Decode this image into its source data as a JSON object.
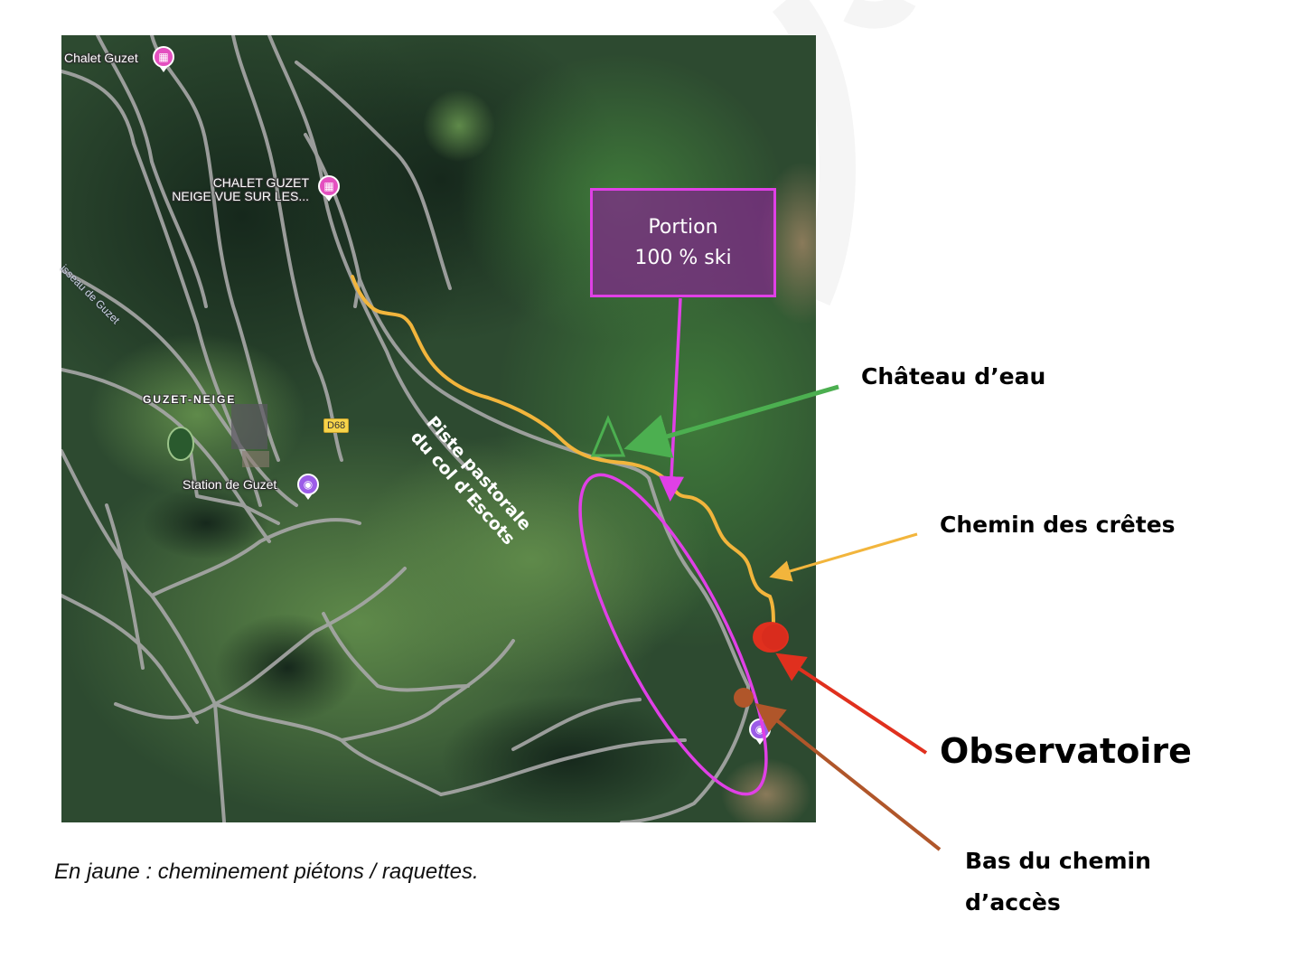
{
  "map": {
    "type": "satellite",
    "poi_labels": {
      "chalet_guzet": "Chalet Guzet",
      "chalet_guzet_neige_line1": "CHALET GUZET",
      "chalet_guzet_neige_line2": "NEIGE VUE SUR LES...",
      "guzet_neige": "GUZET-NEIGE",
      "station_de_guzet": "Station de Guzet",
      "ruisseau": "isseau de Guzet",
      "road_d68": "D68"
    },
    "icons": {
      "hotel": "hotel-bed-icon",
      "photo": "camera-photo-icon"
    },
    "piste_label_line1": "Piste pastorale",
    "piste_label_line2": "du col d’Escots"
  },
  "ski_box": {
    "line1": "Portion",
    "line2": "100 % ski"
  },
  "callouts": {
    "chateau": "Château d’eau",
    "cretes": "Chemin des crêtes",
    "observatoire": "Observatoire",
    "bas_line1": "Bas du chemin",
    "bas_line2": "d’accès"
  },
  "caption": "En jaune : cheminement piétons / raquettes.",
  "colors": {
    "pedestrian_path": "#f2b53c",
    "ski_portion": "#e040e6",
    "water_tower": "#4caf50",
    "observatory": "#e0301e",
    "access_bottom": "#b0562a",
    "road": "#a9a9a9"
  },
  "markers": {
    "water_tower": "triangle",
    "observatory": "red-dot",
    "access_bottom": "brown-dot"
  }
}
